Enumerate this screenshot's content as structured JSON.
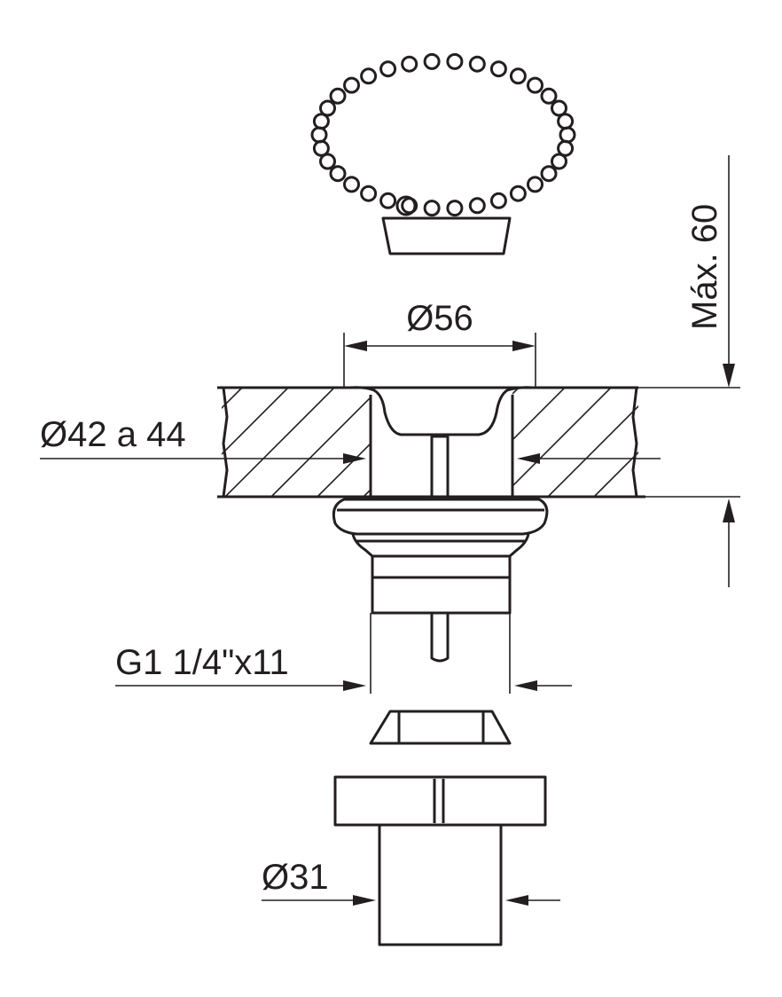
{
  "drawing": {
    "title": "Drain plug with chain - dimensional drawing",
    "line_color": "#231f20",
    "dimensions": {
      "max_height": "Máx. 60",
      "flange_diameter": "Ø56",
      "hole_diameter": "Ø42 a 44",
      "thread": "G1 1/4\"x11",
      "outlet_diameter": "Ø31"
    }
  }
}
